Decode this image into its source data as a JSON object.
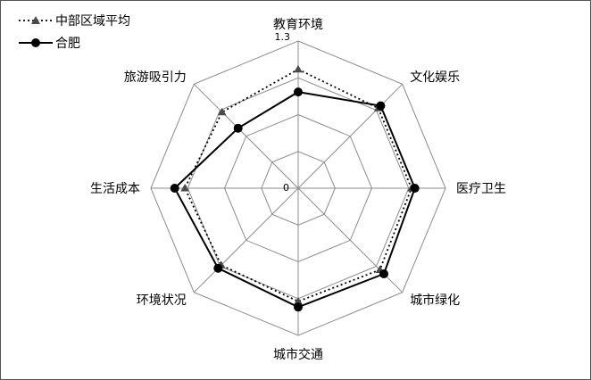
{
  "chart_data": {
    "type": "radar",
    "axes": [
      "教育环境",
      "文化娱乐",
      "医疗卫生",
      "城市绿化",
      "城市交通",
      "环境状况",
      "生活成本",
      "旅游吸引力"
    ],
    "rmin": 0,
    "rmax": 1.3,
    "tick_labels": {
      "min": "0",
      "max": "1.3"
    },
    "grid_levels": 4,
    "legend_position": "top-left",
    "series": [
      {
        "name": "中部区域平均",
        "values": [
          1.05,
          1.0,
          1.0,
          1.02,
          1.0,
          0.96,
          1.0,
          0.95
        ],
        "color": "#000000",
        "line": "dotted",
        "marker": "triangle",
        "marker_color": "#4a4a4a"
      },
      {
        "name": "合肥",
        "values": [
          0.85,
          1.03,
          1.03,
          1.07,
          1.05,
          1.0,
          1.09,
          0.75
        ],
        "color": "#000000",
        "line": "solid",
        "marker": "circle",
        "marker_color": "#000000"
      }
    ]
  }
}
